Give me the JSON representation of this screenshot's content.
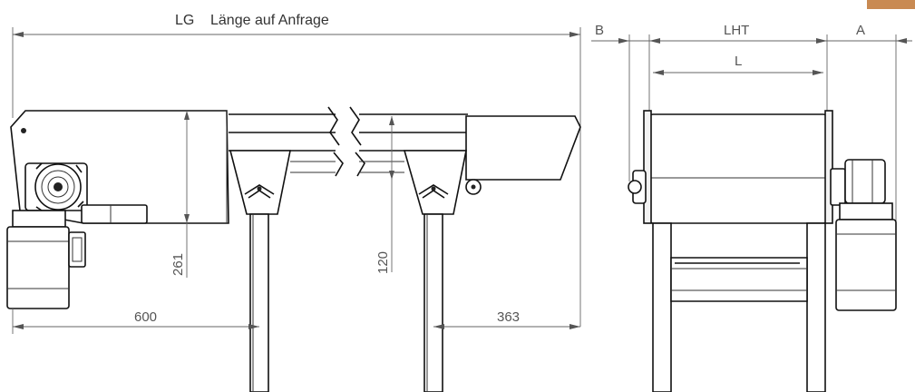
{
  "dimensions": {
    "lg_code": "LG",
    "lg_text": "Länge auf Anfrage",
    "b_label": "B",
    "lht_label": "LHT",
    "a_label": "A",
    "l_label": "L",
    "height_261": "261",
    "height_120": "120",
    "length_600": "600",
    "length_363": "363"
  },
  "colors": {
    "line": "#111111",
    "dimension_line": "#666666",
    "accent_corner": "#b5651d"
  }
}
